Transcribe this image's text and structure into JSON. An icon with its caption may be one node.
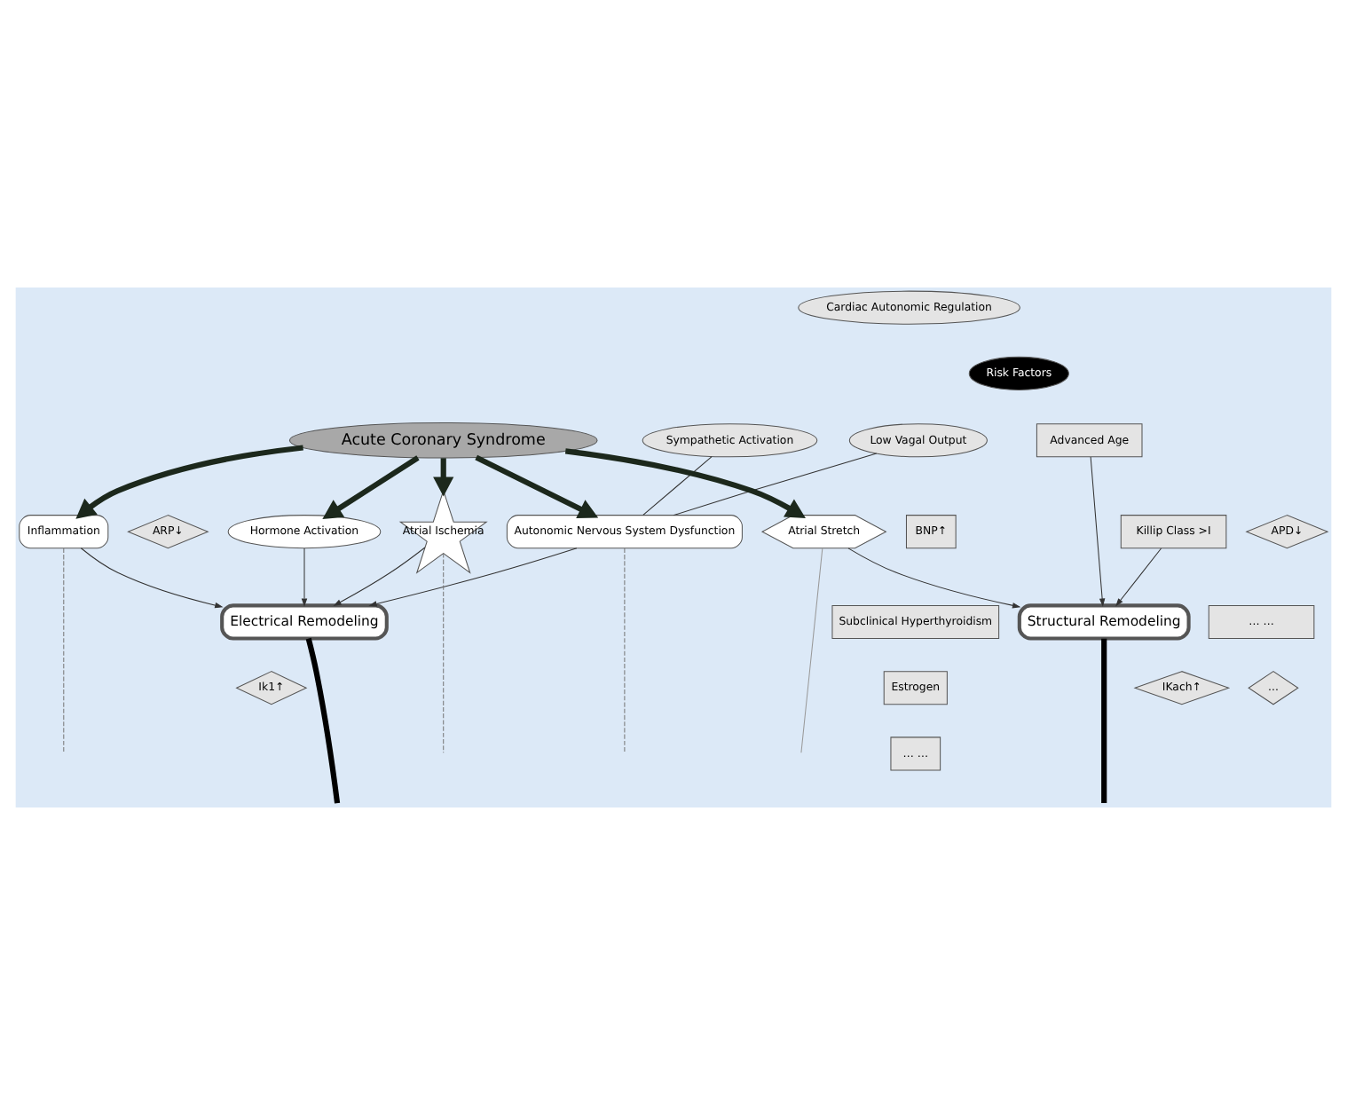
{
  "diagram": {
    "nodes": [
      {
        "text": [
          "Cardiac Autonomic Regulation"
        ]
      },
      {
        "text": [
          "Sympathetic Activation"
        ]
      },
      {
        "text": [
          "Low Vagal Output"
        ]
      },
      {
        "text": [
          "Acute Coronary Syndrome"
        ]
      },
      {
        "text": [
          "Autonomic Nervous System Dysfunction"
        ]
      },
      {
        "text": [
          "BNP↑"
        ]
      },
      {
        "text": [
          "Subclinical Hyperthyroidism"
        ]
      },
      {
        "text": [
          "Atrial Stretch"
        ]
      },
      {
        "text": [
          "Atrial Ischemia"
        ]
      },
      {
        "text": [
          "Hormone Activation"
        ]
      },
      {
        "text": [
          "Estrogen"
        ]
      },
      {
        "text": [
          "Inflammation"
        ]
      },
      {
        "text": [
          "… …"
        ]
      },
      {
        "text": [
          "Risk Factors"
        ]
      },
      {
        "text": [
          "Advanced Age"
        ]
      },
      {
        "text": [
          "Killip Class >I"
        ]
      },
      {
        "text": [
          "… …"
        ]
      },
      {
        "text": [
          "APD↓"
        ]
      },
      {
        "text": [
          "ARP↓"
        ]
      },
      {
        "text": [
          "Structural Remodeling"
        ]
      },
      {
        "text": [
          "Electrical Remodeling"
        ]
      },
      {
        "text": [
          "IKach↑"
        ]
      },
      {
        "text": [
          "Ik1↑"
        ]
      },
      {
        "text": [
          "..."
        ]
      }
    ],
    "edges": [
      {
        "from": 1,
        "to": 4,
        "arrow": "none"
      },
      {
        "from": 2,
        "to": 4,
        "arrow": "none"
      },
      {
        "from": 3,
        "to": 4,
        "arrow": "to",
        "style": "thick",
        "color": "#1c281c"
      },
      {
        "from": 3,
        "to": 7,
        "arrow": "to",
        "style": "thick",
        "color": "#1c281c"
      },
      {
        "from": 3,
        "to": 8,
        "arrow": "to",
        "style": "thick",
        "color": "#1c281c"
      },
      {
        "from": 3,
        "to": 11,
        "arrow": "to",
        "style": "thick",
        "color": "#1c281c"
      },
      {
        "from": 3,
        "to": 9,
        "arrow": "to",
        "style": "thick",
        "color": "#1c281c"
      },
      {
        "from": 14,
        "to": 19,
        "arrow": "to"
      },
      {
        "from": 15,
        "to": 19,
        "arrow": "to"
      },
      {
        "from": 7,
        "to": 19,
        "arrow": "to"
      },
      {
        "from": 4,
        "to": 20,
        "arrow": "to"
      },
      {
        "from": 8,
        "to": 20,
        "arrow": "to"
      },
      {
        "from": 11,
        "to": 20,
        "arrow": "to"
      },
      {
        "from": 9,
        "to": 20,
        "arrow": "to"
      },
      {
        "from": 4,
        "to": null,
        "arrow": "none",
        "style": "dashed",
        "color": "#777777"
      },
      {
        "from": 7,
        "to": null,
        "arrow": "none",
        "color": "#999999"
      },
      {
        "from": 8,
        "to": null,
        "arrow": "none",
        "style": "dashed",
        "color": "#777777"
      },
      {
        "from": 11,
        "to": null,
        "arrow": "none",
        "style": "dashed",
        "color": "#777777"
      },
      {
        "from": 19,
        "to": null,
        "arrow": "none",
        "style": "thick",
        "color": "#000000"
      },
      {
        "from": 20,
        "to": null,
        "arrow": "none",
        "style": "thick",
        "color": "#000000"
      }
    ]
  }
}
